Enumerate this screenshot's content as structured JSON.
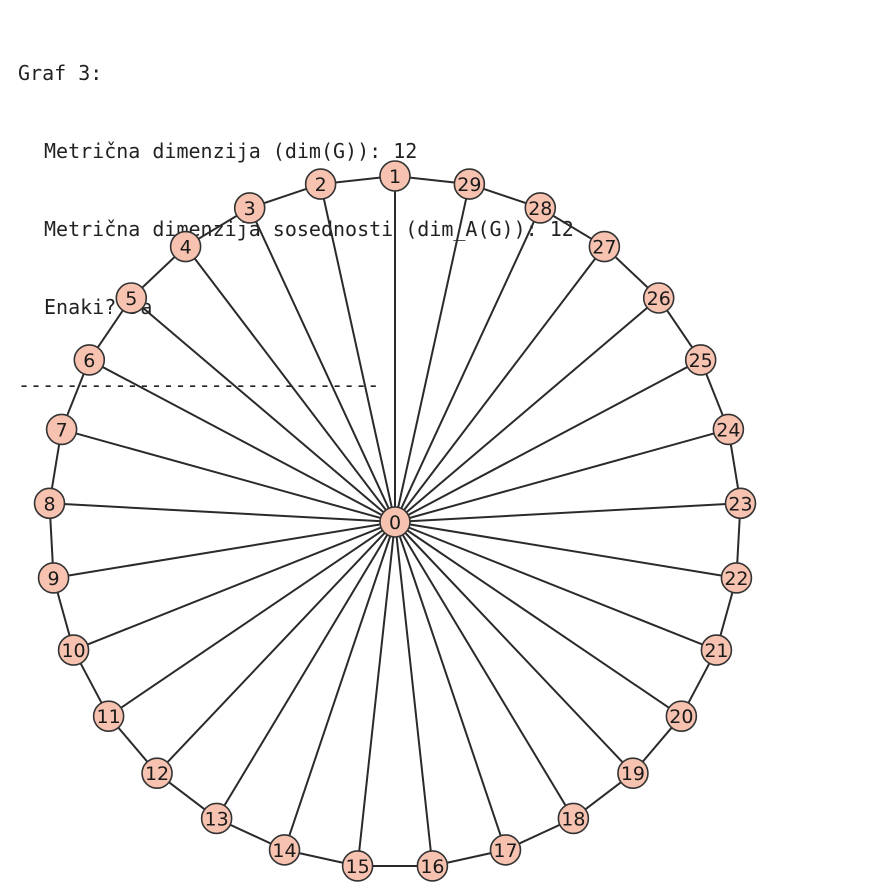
{
  "output": {
    "graph_title": "Graf 3:",
    "metric_dimension": "Metrična dimenzija (dim(G)): 12",
    "adjacency_metric_dimension": "Metrična dimenzija sosednosti (dim_A(G)): 12",
    "equal": "Enaki? Da",
    "separator": "------------------------------"
  },
  "graph": {
    "type": "wheel",
    "center_label": "0",
    "rim_labels": [
      "1",
      "2",
      "3",
      "4",
      "5",
      "6",
      "7",
      "8",
      "9",
      "10",
      "11",
      "12",
      "13",
      "14",
      "15",
      "16",
      "17",
      "18",
      "19",
      "20",
      "21",
      "22",
      "23",
      "24",
      "25",
      "26",
      "27",
      "28",
      "29"
    ],
    "edges_description": "hub-to-all spokes and rim cycle",
    "vertex_fill": "#f7c3b0",
    "vertex_stroke": "#333333",
    "edge_color": "#2a2a2a"
  }
}
